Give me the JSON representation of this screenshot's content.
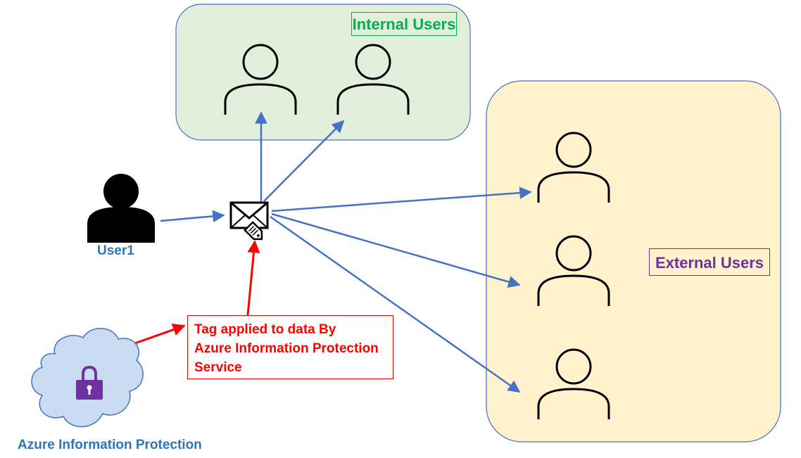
{
  "groups": {
    "internal": {
      "label": "Internal Users",
      "color": "#00b050",
      "fill": "#e2efda"
    },
    "external": {
      "label": "External Users",
      "color": "#7030a0",
      "fill": "#fff2cc"
    }
  },
  "sender": {
    "label": "User1",
    "color": "#2e75b6"
  },
  "aip": {
    "label": "Azure Information Protection",
    "color": "#2e75b6",
    "cloud_fill": "#c9dcf2",
    "lock_color": "#7030a0"
  },
  "tag_note": {
    "lines": [
      "Tag applied to data By",
      "Azure Information Protection",
      "Service"
    ],
    "color": "#ff0000"
  },
  "icons": [
    "person-icon",
    "envelope-tag-icon",
    "cloud-icon",
    "lock-icon"
  ],
  "arrow_color": "#4472c4"
}
